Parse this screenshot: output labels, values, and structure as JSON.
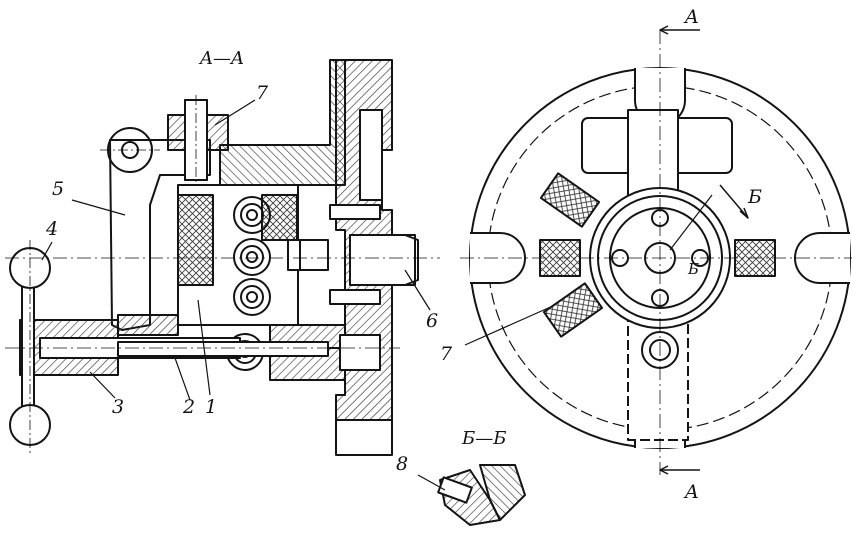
{
  "colors": {
    "ink": "#141414",
    "paper": "#ffffff",
    "hatch": "#3a3a3a"
  },
  "section_titles": {
    "aa": "A—A",
    "bb": "Б—Б"
  },
  "section_marks": {
    "top": "A",
    "bottom": "A",
    "b": "Б",
    "b_center": "Б"
  },
  "callouts": {
    "p1": "1",
    "p2": "2",
    "p3": "3",
    "p4": "4",
    "p5": "5",
    "p6": "6",
    "p7_top": "7",
    "p7_right": "7",
    "p8": "8"
  }
}
